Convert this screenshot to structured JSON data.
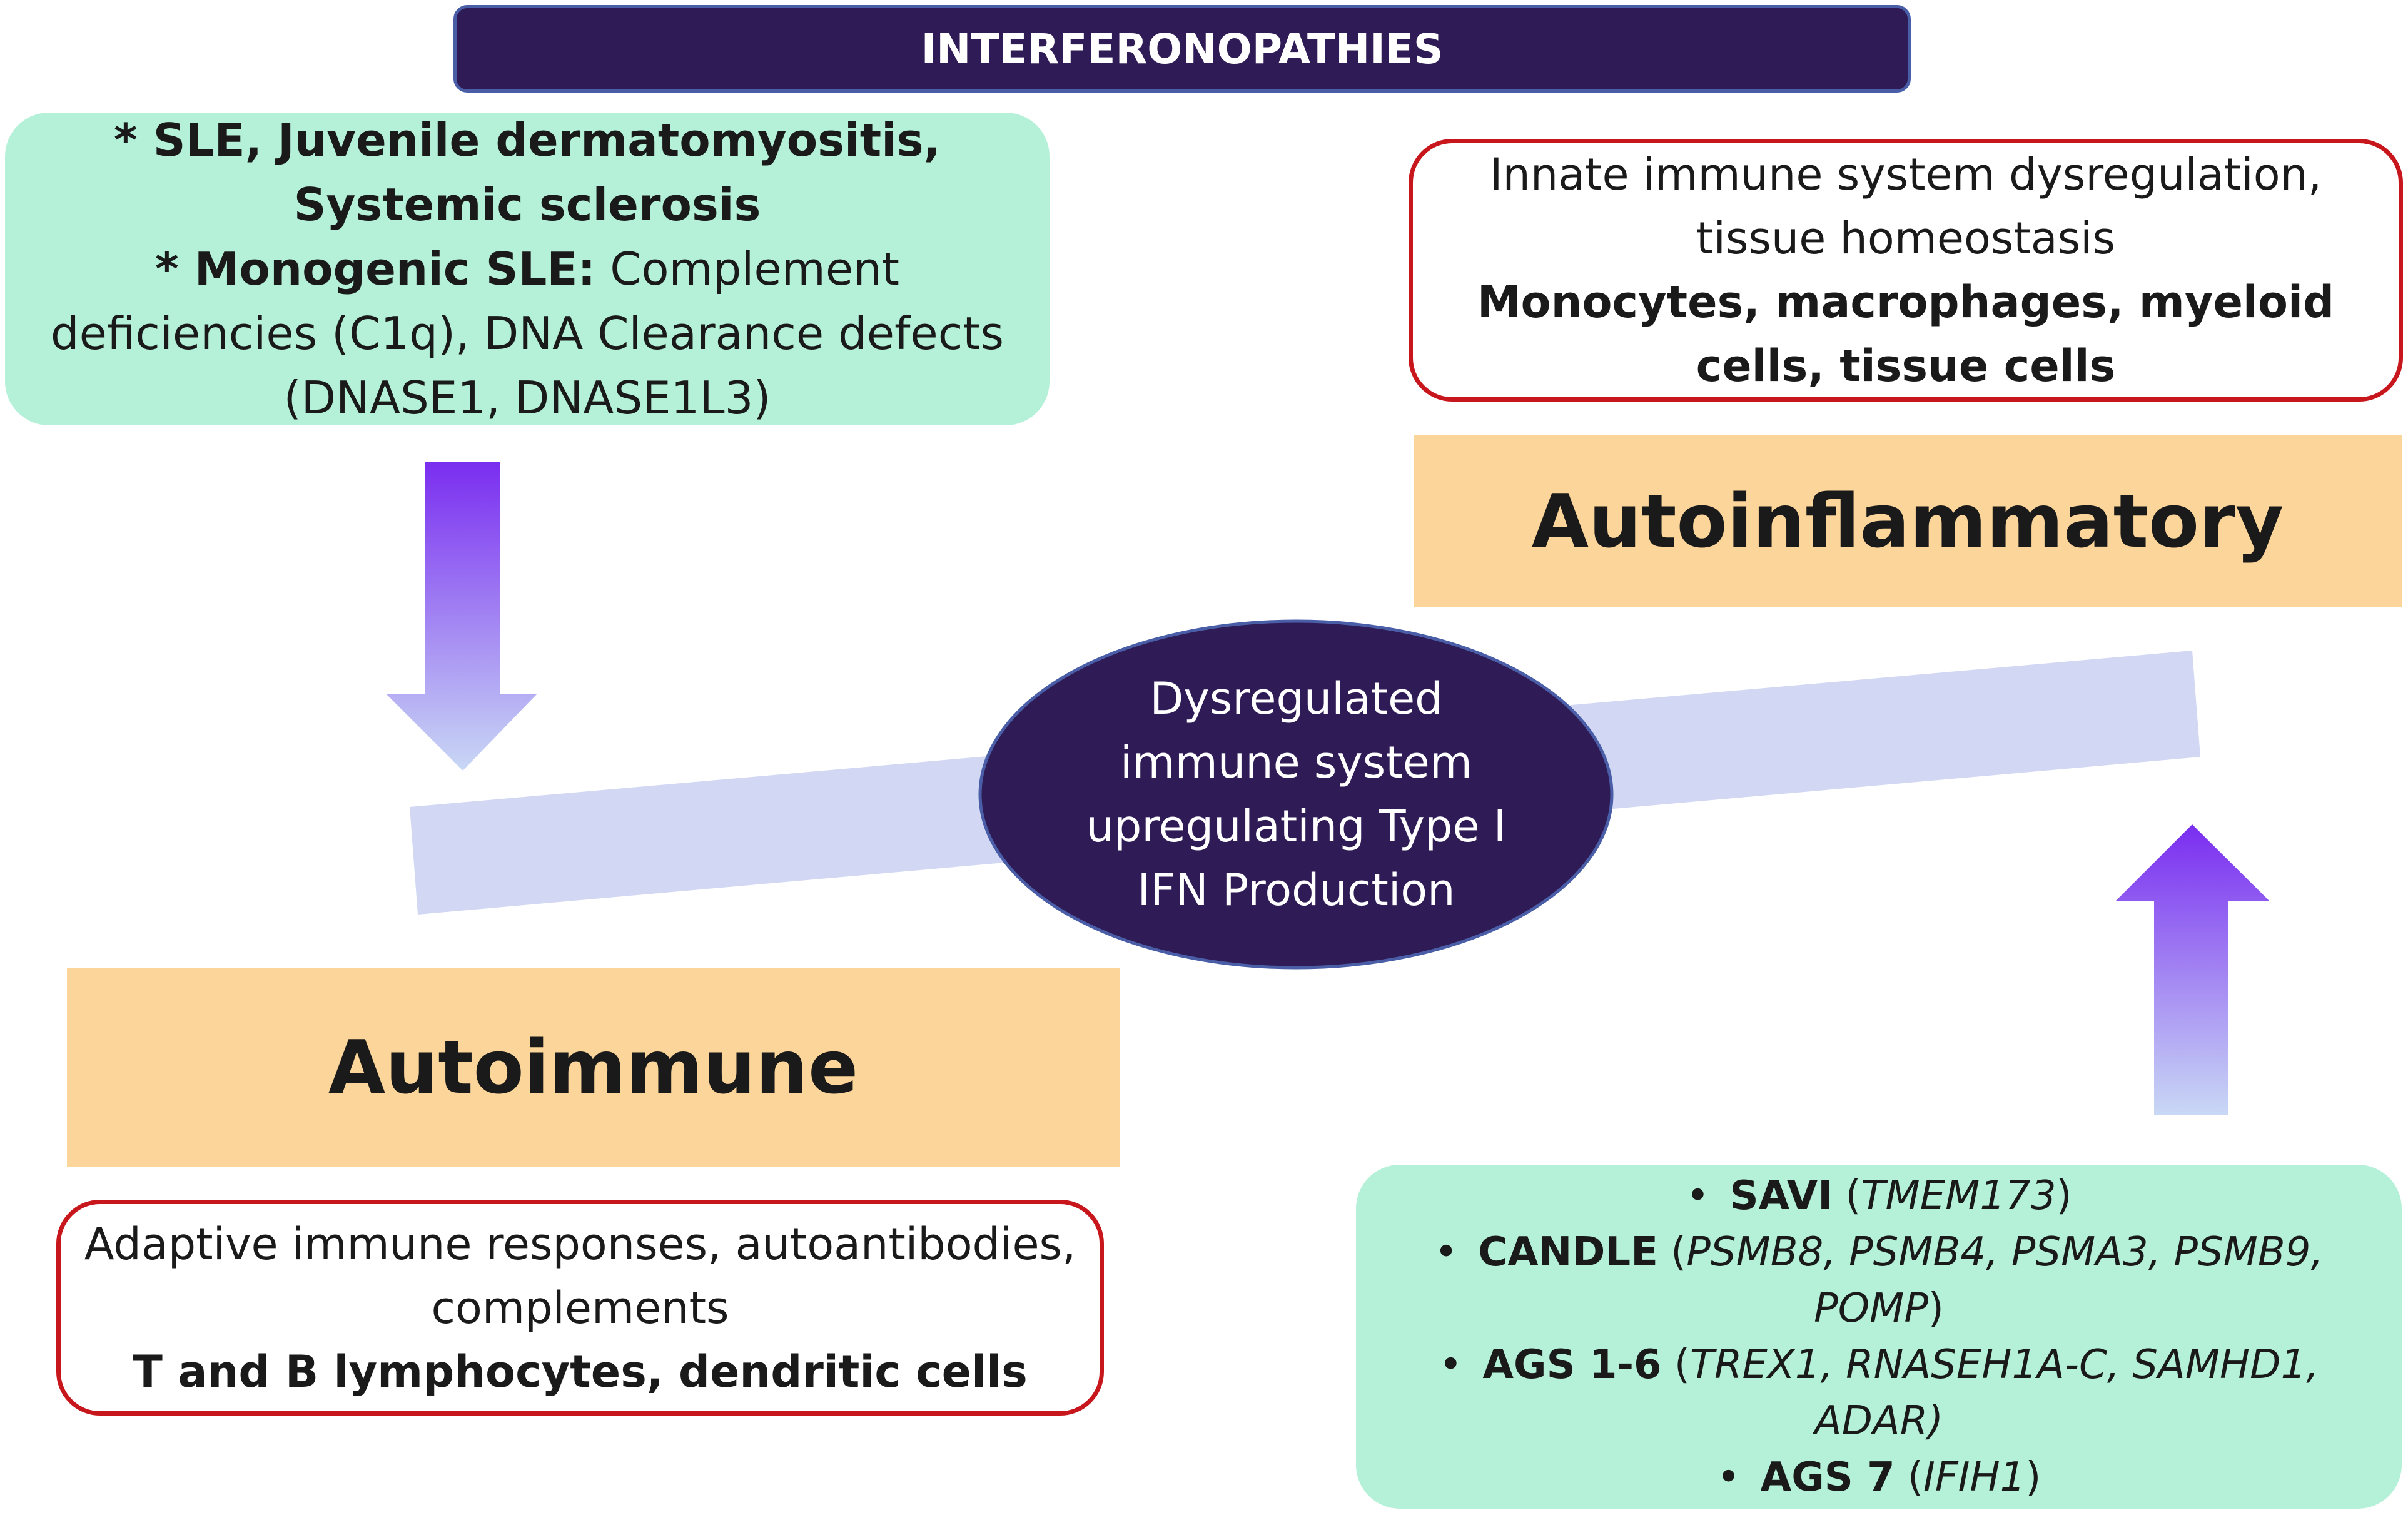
{
  "title": "INTERFERONOPATHIES",
  "top_left": {
    "line1": "* SLE, Juvenile dermatomyositis, Systemic sclerosis",
    "line2_bold": "* Monogenic SLE:",
    "line2_rest": " Complement deficiencies (C1q), DNA Clearance defects (DNASE1, DNASE1L3)"
  },
  "top_right": {
    "line1": "Innate immune system dysregulation, tissue homeostasis",
    "line2": "Monocytes, macrophages, myeloid cells, tissue cells"
  },
  "autoinflammatory": "Autoinflammatory",
  "autoimmune": "Autoimmune",
  "center": "Dysregulated immune system upregulating Type I IFN Production",
  "bottom_left": {
    "line1": "Adaptive immune responses, autoantibodies, complements",
    "line2": "T and B lymphocytes, dendritic cells"
  },
  "bottom_right": {
    "bullet": "•",
    "items": [
      {
        "name": "SAVI",
        "open": " (",
        "genes": "TMEM173",
        "close": ")"
      },
      {
        "name": "CANDLE",
        "open": " (",
        "genes": "PSMB8, PSMB4, PSMA3, PSMB9, POMP",
        "close": ")"
      },
      {
        "name": "AGS 1-6",
        "open": " (",
        "genes": "TREX1, RNASEH1A-C, SAMHD1, ADAR)",
        "close": ""
      },
      {
        "name": "AGS 7",
        "open": " (",
        "genes": "IFIH1",
        "close": ")"
      }
    ]
  },
  "colors": {
    "title_bg": "#2f1b55",
    "green_box": "#b4f1d8",
    "red_border": "#c8161d",
    "orange_box": "#fbd59a",
    "seesaw_bar": "#d2d7f3",
    "ellipse": "#2f1b55",
    "arrow_top": "#7a2df0",
    "arrow_bottom": "#c9d8f5"
  }
}
